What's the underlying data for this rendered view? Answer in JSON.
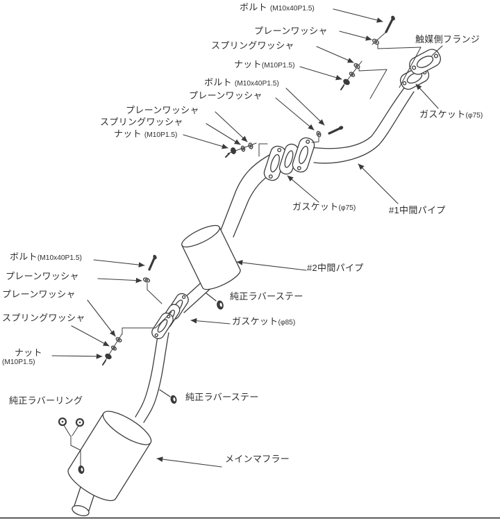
{
  "diagram": {
    "bg": "#ffffff",
    "ink": "#3a3a3a",
    "labels": [
      {
        "text": "ボルト ",
        "detail": "(M10x40P1.5)"
      },
      {
        "text": "プレーンワッシャ"
      },
      {
        "text": "スプリングワッシャ"
      },
      {
        "text": "ナット",
        "detail": "(M10P1.5)"
      },
      {
        "text": "ボルト ",
        "detail": "(M10x40P1.5)"
      },
      {
        "text": "プレーンワッシャ"
      },
      {
        "text": "プレーンワッシャ"
      },
      {
        "text": "スプリングワッシャ"
      },
      {
        "text": "ナット ",
        "detail": "(M10P1.5)"
      },
      {
        "text": "触媒側フランジ"
      },
      {
        "text": "ガスケット",
        "detail": "(φ75)"
      },
      {
        "text": "ガスケット",
        "detail": "(φ75)"
      },
      {
        "text": "#1中間パイプ"
      },
      {
        "text": "ボルト",
        "detail": "(M10x40P1.5)"
      },
      {
        "text": "プレーンワッシャ"
      },
      {
        "text": "#2中間パイプ"
      },
      {
        "text": "純正ラバーステー"
      },
      {
        "text": "ガスケット",
        "detail": "(φ85)"
      },
      {
        "text": "プレーンワッシャ"
      },
      {
        "text": "スプリングワッシャ"
      },
      {
        "text": "ナット",
        "detail": "(M10P1.5)"
      },
      {
        "text": "純正ラバーリング"
      },
      {
        "text": "純正ラバーステー"
      },
      {
        "text": "メインマフラー"
      }
    ]
  }
}
